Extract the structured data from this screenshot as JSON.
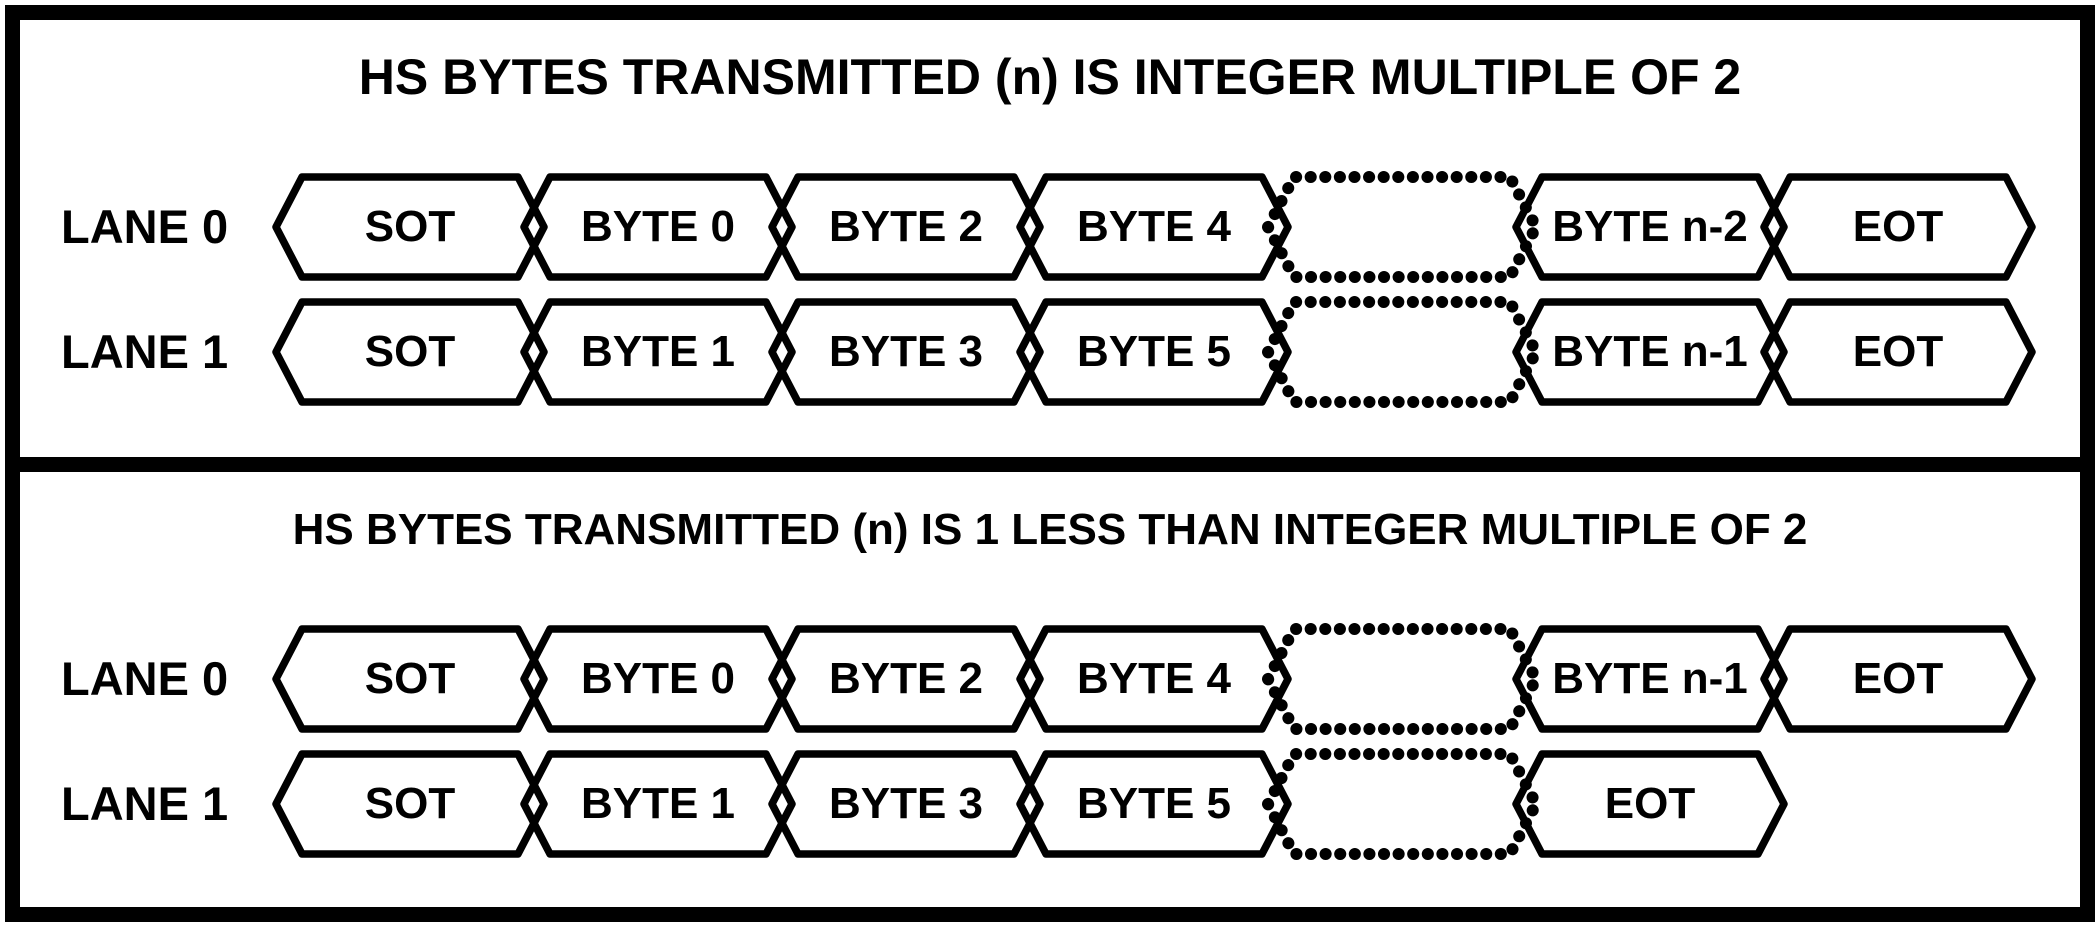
{
  "figure": {
    "type": "lane-distribution-timing-diagram",
    "ink_color": "#000000",
    "background_color": "#ffffff",
    "panels": [
      {
        "title": "HS BYTES TRANSMITTED (n) IS INTEGER MULTIPLE OF 2",
        "lanes": [
          {
            "label": "LANE 0",
            "cells": [
              {
                "text": "SOT"
              },
              {
                "text": "BYTE 0"
              },
              {
                "text": "BYTE 2"
              },
              {
                "text": "BYTE 4"
              },
              {
                "text": "",
                "style": "dashed"
              },
              {
                "text": "BYTE n-2"
              },
              {
                "text": "EOT"
              }
            ]
          },
          {
            "label": "LANE 1",
            "cells": [
              {
                "text": "SOT"
              },
              {
                "text": "BYTE 1"
              },
              {
                "text": "BYTE 3"
              },
              {
                "text": "BYTE 5"
              },
              {
                "text": "",
                "style": "dashed"
              },
              {
                "text": "BYTE n-1"
              },
              {
                "text": "EOT"
              }
            ]
          }
        ]
      },
      {
        "title": "HS BYTES TRANSMITTED (n) IS 1 LESS THAN INTEGER MULTIPLE OF 2",
        "lanes": [
          {
            "label": "LANE 0",
            "cells": [
              {
                "text": "SOT"
              },
              {
                "text": "BYTE 0"
              },
              {
                "text": "BYTE 2"
              },
              {
                "text": "BYTE 4"
              },
              {
                "text": "",
                "style": "dashed"
              },
              {
                "text": "BYTE n-1"
              },
              {
                "text": "EOT"
              }
            ]
          },
          {
            "label": "LANE 1",
            "cells": [
              {
                "text": "SOT"
              },
              {
                "text": "BYTE 1"
              },
              {
                "text": "BYTE 3"
              },
              {
                "text": "BYTE 5"
              },
              {
                "text": "",
                "style": "dashed"
              },
              {
                "text": "EOT"
              }
            ]
          }
        ]
      }
    ]
  }
}
